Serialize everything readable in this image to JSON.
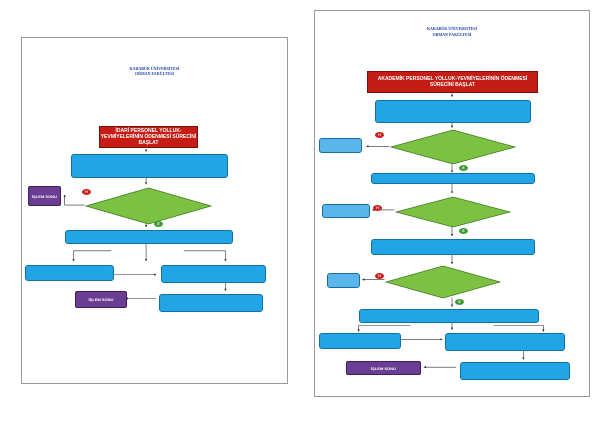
{
  "left_page": {
    "title_box": "İDARİ PERSONEL YOLLUK-YEVMİYELERİNİN ÖDENMESİ SÜRECİNİ BAŞLAT",
    "end_label_1": "İŞLEM SONU",
    "end_label_2": "İŞLEM SONU",
    "badge_no": "H",
    "badge_yes": "E"
  },
  "right_page": {
    "header_line_1": "KARABÜK ÜNİVERSİTESİ",
    "header_line_2": "ORMAN FAKÜLTESİ",
    "title_box": "AKADEMİK PERSONEL YOLLUK-YEVMİYELERİNİN ÖDENMESİ SÜRECİNİ BAŞLAT",
    "end_label": "İŞLEM SONU",
    "badge_no": "H",
    "badge_yes": "E"
  },
  "colors": {
    "title_fill": "#c51c15",
    "step_fill": "#22a5e6",
    "decision_fill": "#7cc242",
    "end_fill": "#6a3e93",
    "header_text": "#1a3fa6"
  }
}
